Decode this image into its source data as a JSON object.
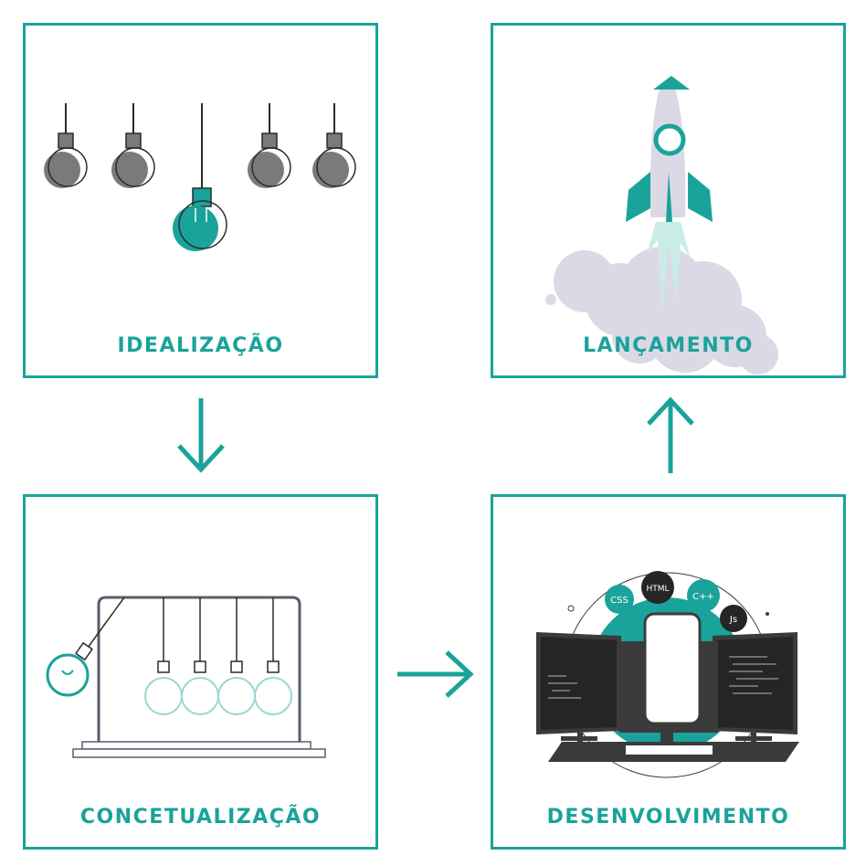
{
  "colors": {
    "accent": "#1aa39a",
    "grey": "#7a7a7a",
    "dark": "#2b2b2b",
    "cloud": "#dcd9e6"
  },
  "stages": [
    {
      "label": "IDEALIZAÇÃO",
      "icon": "hanging-lightbulbs-icon"
    },
    {
      "label": "LANÇAMENTO",
      "icon": "rocket-launch-icon"
    },
    {
      "label": "CONCETUALIZAÇÃO",
      "icon": "newtons-cradle-bulbs-icon"
    },
    {
      "label": "DESENVOLVIMENTO",
      "icon": "computer-monitors-icon"
    }
  ],
  "tech_badges": [
    "CSS",
    "HTML",
    "C++",
    "Js"
  ]
}
